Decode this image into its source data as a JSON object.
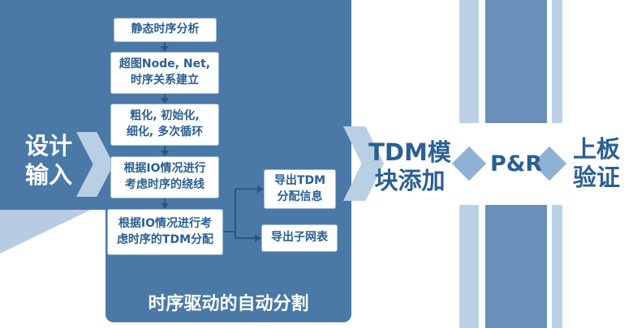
{
  "colors": {
    "panel_blue": "#4a79a8",
    "light_blue": "#b7cce2",
    "medium_blue": "#6a90b9",
    "dark_text_blue": "#2a5f93",
    "arrow_blue": "#2a5684",
    "white": "#ffffff"
  },
  "stages": {
    "design_input": "设计\n输入",
    "tdm_module": "TDM模\n块添加",
    "pnr": "P&R",
    "board": "上板\n验证"
  },
  "flow": {
    "title": "时序驱动的自动分割",
    "steps": [
      "静态时序分析",
      "超图Node, Net,\n时序关系建立",
      "粗化, 初始化,\n细化, 多次循环",
      "根据IO情况进行\n考虑时序的绕线",
      "根据IO情况进行考\n虑时序的TDM分配"
    ],
    "outputs": [
      "导出TDM\n分配信息",
      "导出子网表"
    ]
  }
}
